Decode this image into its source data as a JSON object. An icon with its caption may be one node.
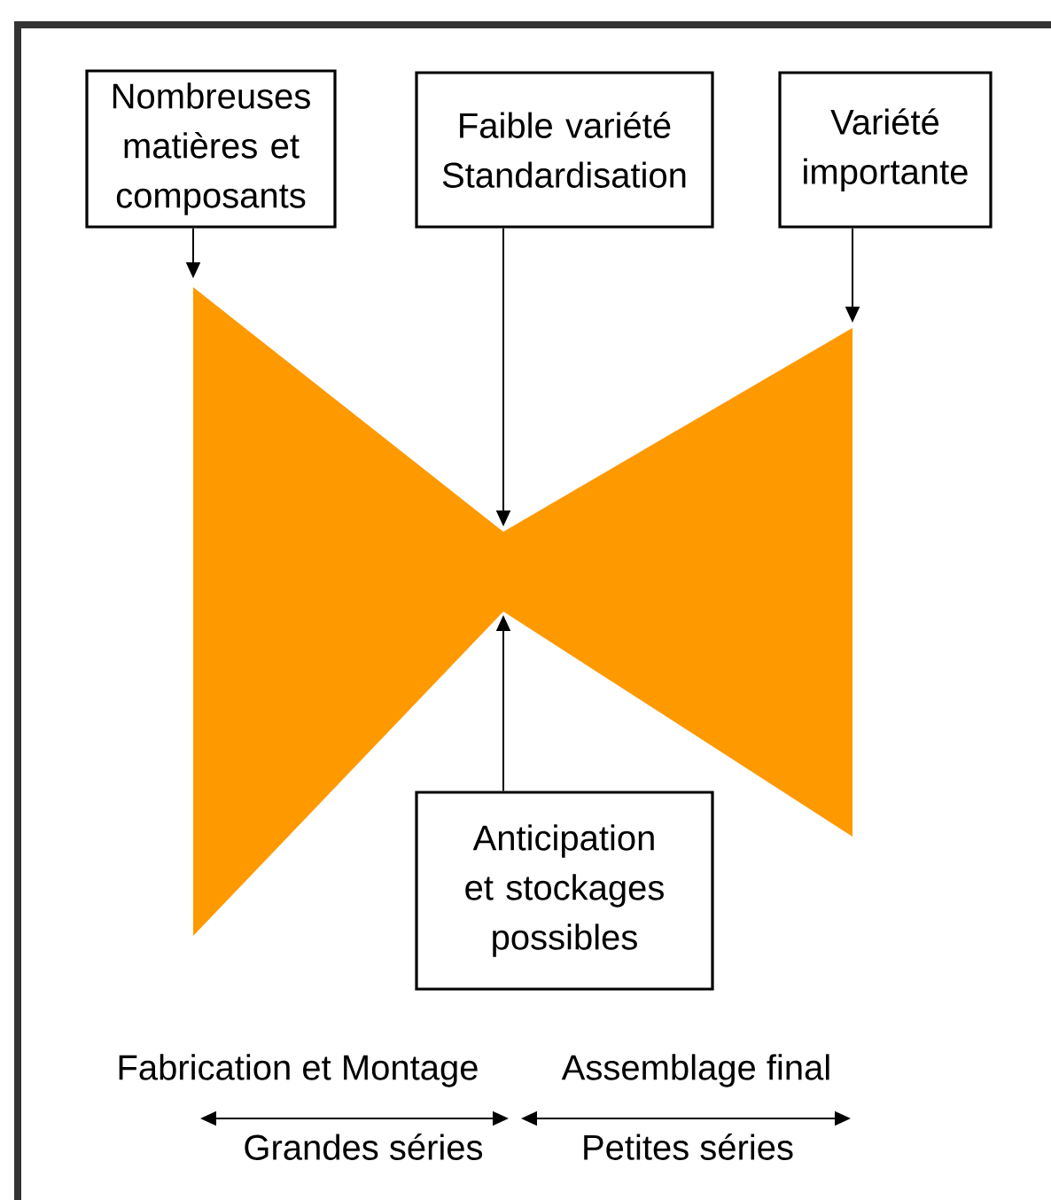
{
  "diagram": {
    "nodes": [
      {
        "text": [
          "Nombreuses matières et composants"
        ]
      },
      {
        "text": [
          "Faible variété Standardisation"
        ]
      },
      {
        "text": [
          "Variété importante"
        ]
      },
      {
        "text": [],
        "shape": "bowtie"
      },
      {
        "text": [
          "Anticipation et stockages possibles"
        ]
      }
    ],
    "edges": [
      {
        "from": 0,
        "to": 3,
        "arrow": "to"
      },
      {
        "from": 1,
        "to": 3,
        "arrow": "to"
      },
      {
        "from": 2,
        "to": 3,
        "arrow": "to"
      },
      {
        "from": 4,
        "to": 3,
        "arrow": "to"
      }
    ],
    "labels": [
      "Fabrication et Montage",
      "Assemblage final",
      "Grandes séries",
      "Petites séries"
    ]
  }
}
